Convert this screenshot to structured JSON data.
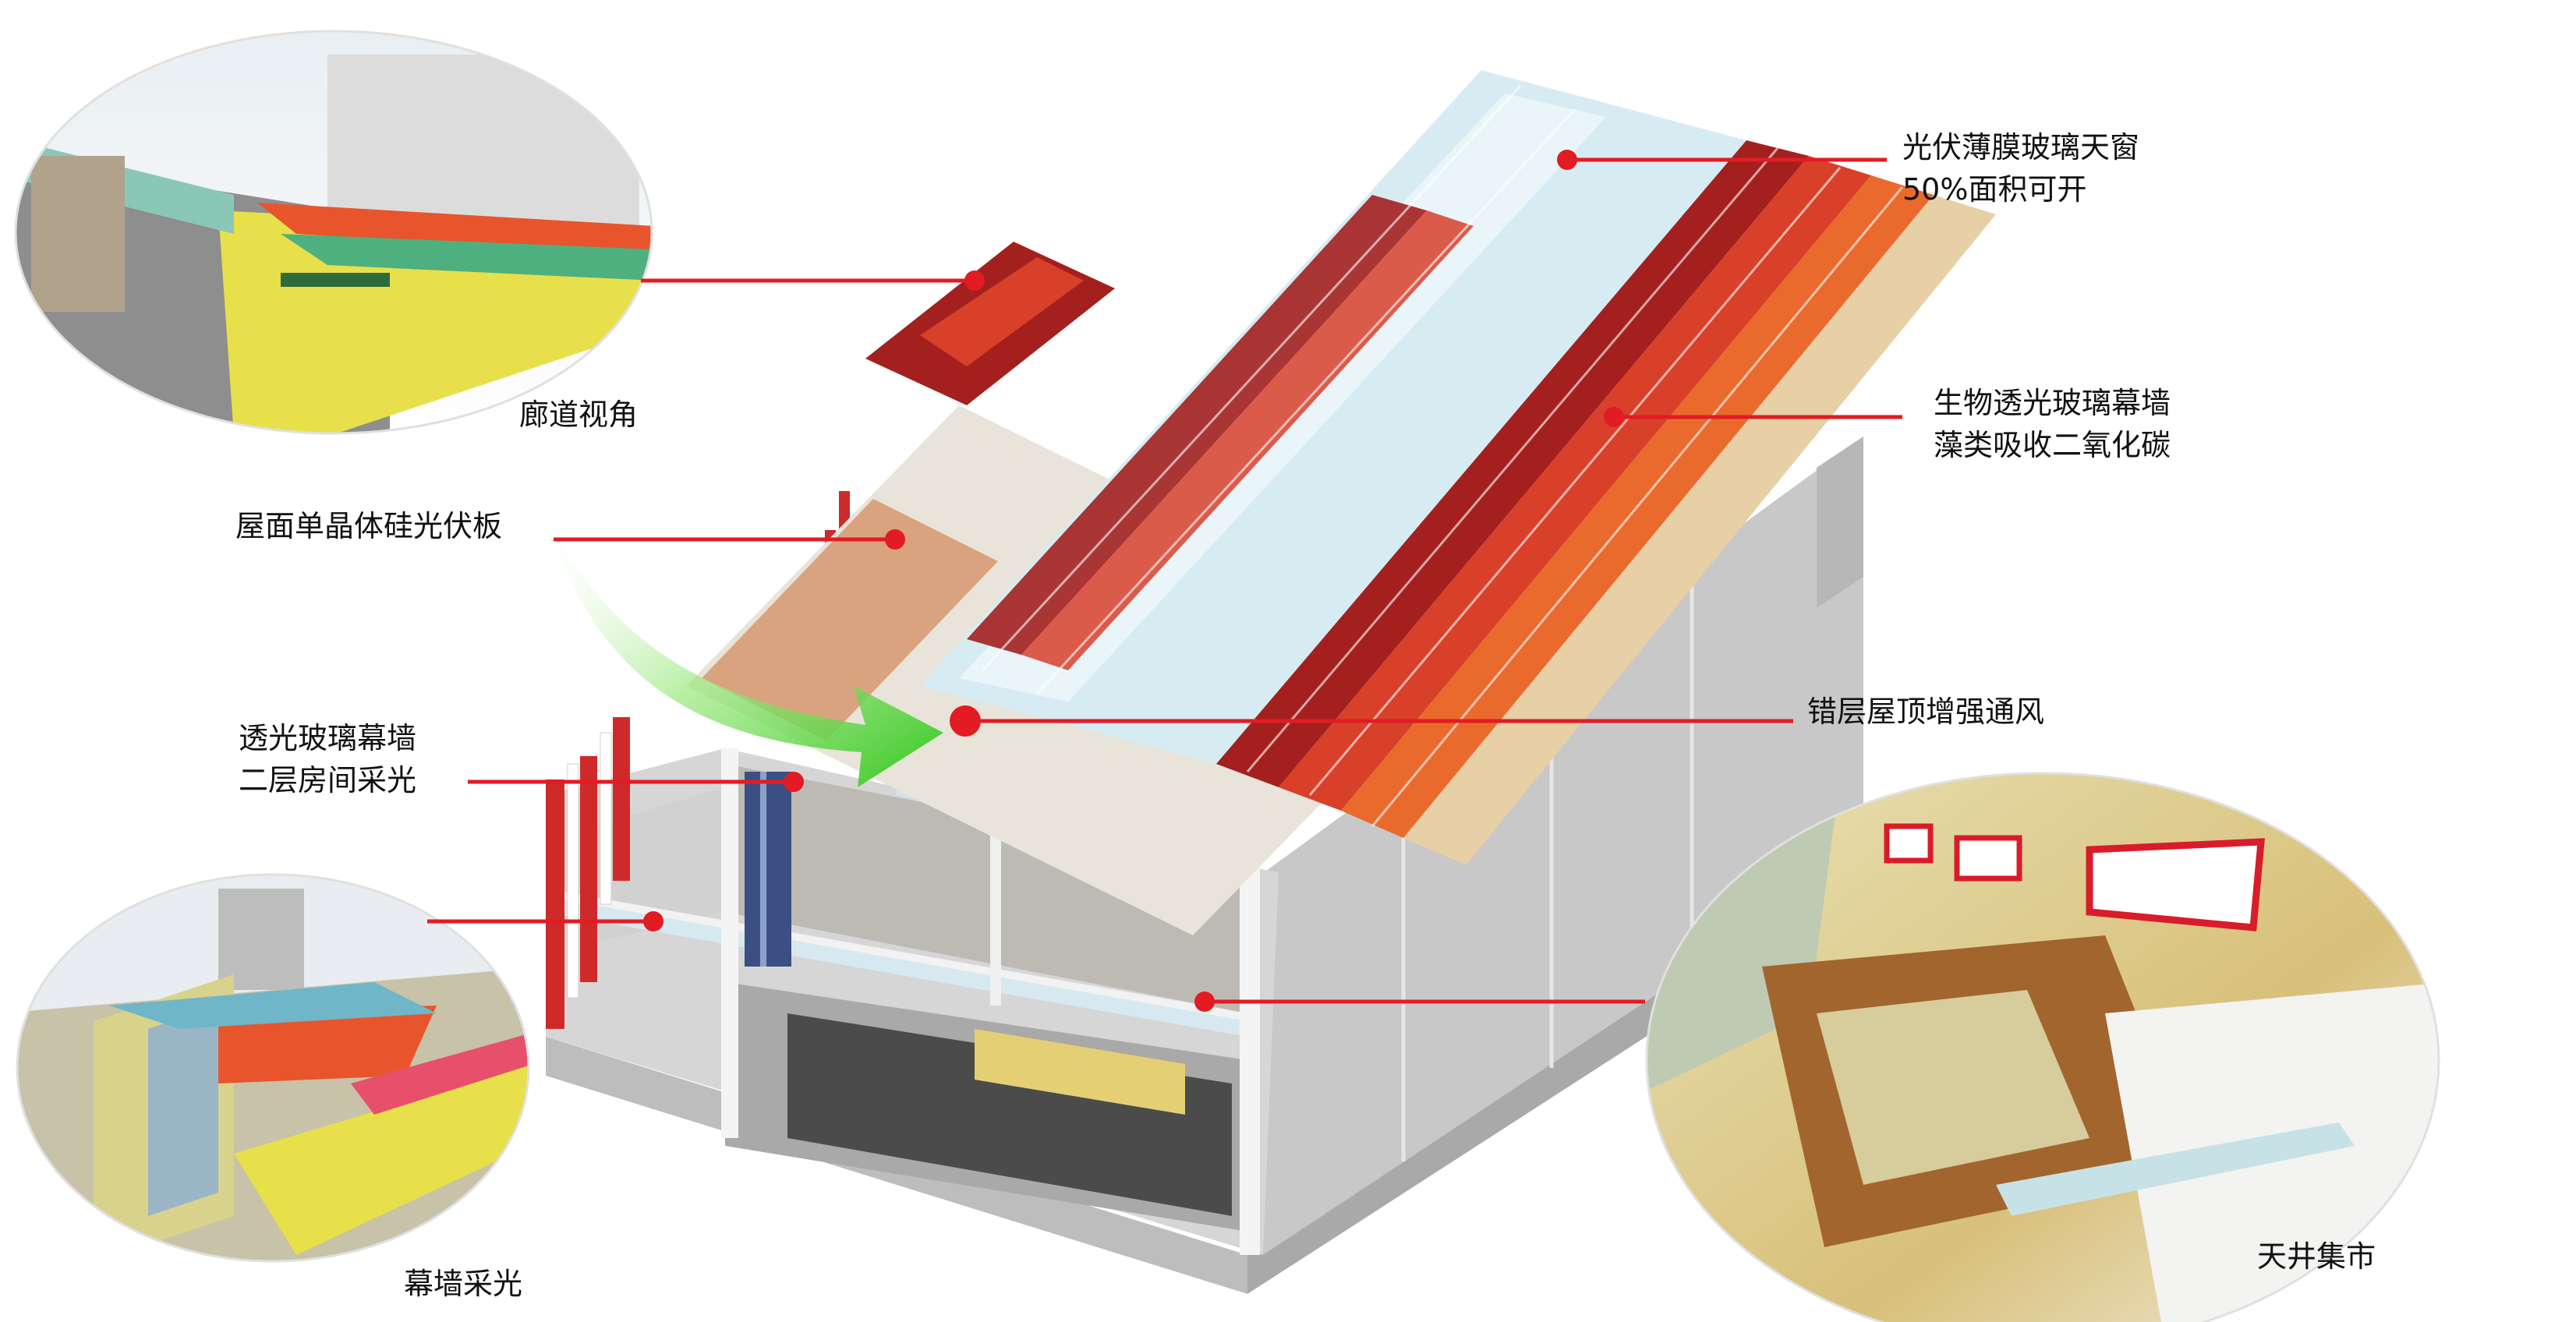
{
  "labels": {
    "skylight_line1": "光伏薄膜玻璃天窗",
    "skylight_line2": "50%面积可开",
    "bio_line1": "生物透光玻璃幕墙",
    "bio_line2": "藻类吸收二氧化碳",
    "roof_pv": "屋面单晶体硅光伏板",
    "curtain_line1": "透光玻璃幕墙",
    "curtain_line2": "二层房间采光",
    "staggered_roof": "错层屋顶增强通风",
    "corridor_view": "廊道视角",
    "curtain_light": "幕墙采光",
    "atrium_market": "天井集市"
  },
  "colors": {
    "callout": "#e31b23",
    "pv_dark_red": "#a31d22",
    "pv_red": "#d8402a",
    "pv_orange": "#ea6a2e",
    "pv_beige": "#e3c9a0",
    "glass": "#cfe6ef",
    "wall": "#c9c9c9",
    "arrow_green": "#4fd13a"
  }
}
